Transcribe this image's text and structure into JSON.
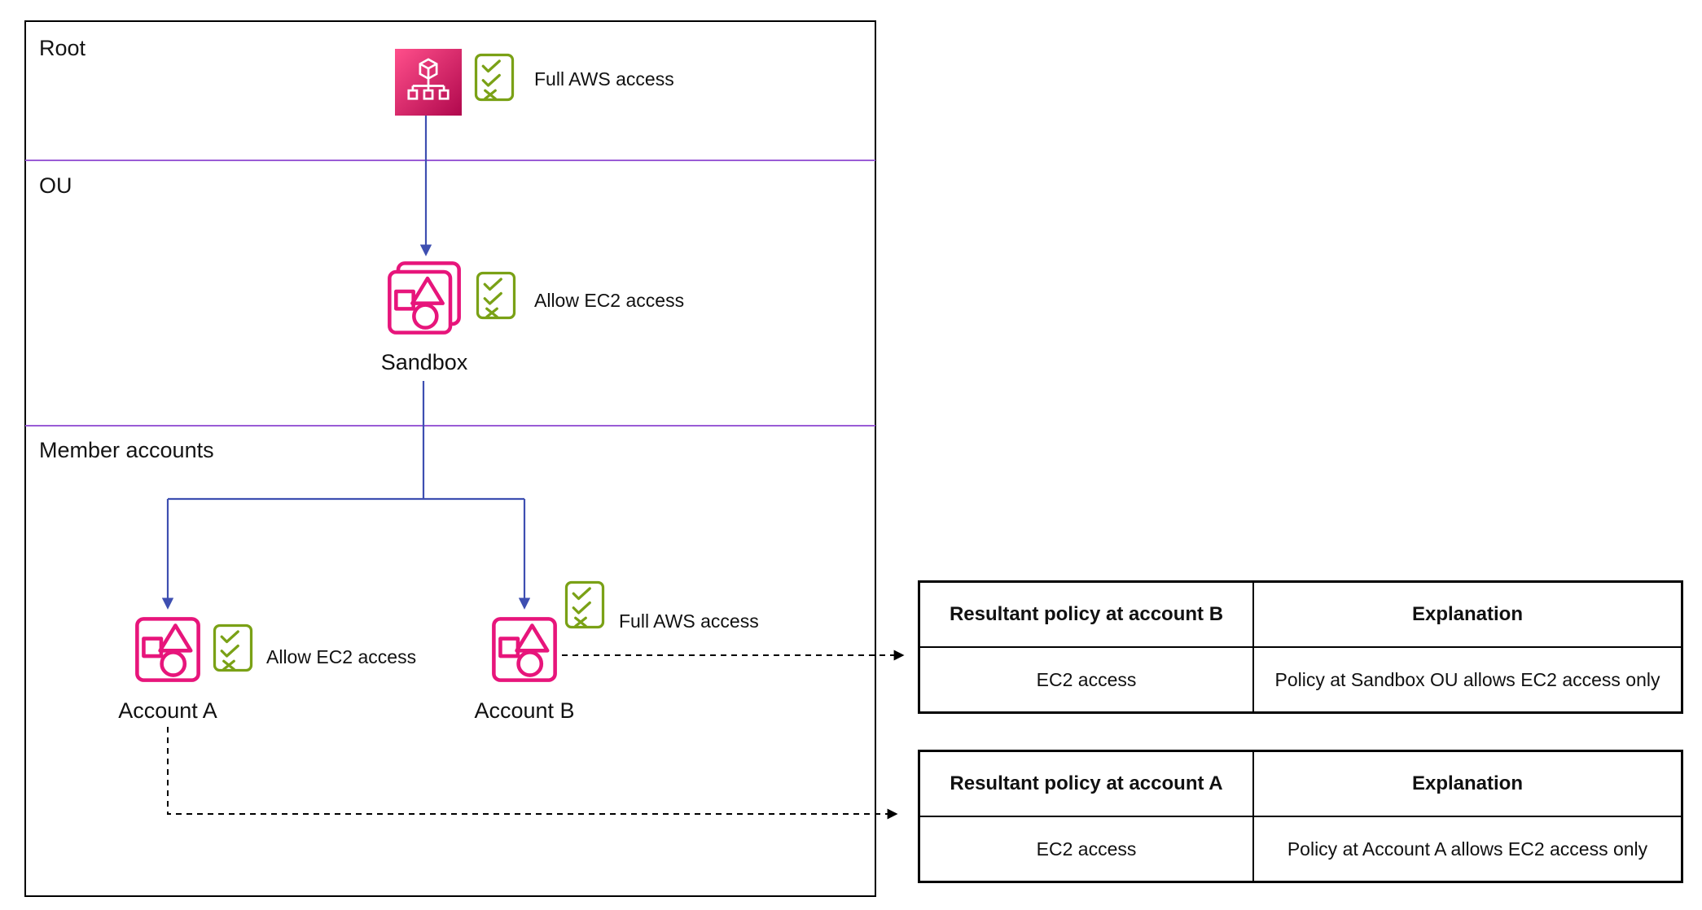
{
  "colors": {
    "pink": "#e7157b",
    "pink-dark": "#b0084d",
    "pink-light": "#ff4f8b",
    "green": "#7aa116",
    "purple": "#9a5cd6",
    "blue": "#3e4fb1"
  },
  "org": {
    "sections": {
      "root": {
        "label": "Root"
      },
      "ou": {
        "label": "OU"
      },
      "member": {
        "label": "Member accounts"
      }
    },
    "nodes": {
      "root": {
        "policy": "Full AWS access",
        "icon": "organizations-root-icon"
      },
      "sandbox": {
        "label": "Sandbox",
        "policy": "Allow EC2 access",
        "icon": "ou-icon"
      },
      "account_a": {
        "label": "Account A",
        "policy": "Allow EC2 access",
        "icon": "account-icon"
      },
      "account_b": {
        "label": "Account B",
        "policy": "Full AWS access",
        "icon": "account-icon"
      }
    },
    "policy_icon": "scp-checklist-icon"
  },
  "tables": {
    "account_b": {
      "headers": [
        "Resultant policy at account B",
        "Explanation"
      ],
      "rows": [
        [
          "EC2 access",
          "Policy at Sandbox OU allows EC2 access only"
        ]
      ]
    },
    "account_a": {
      "headers": [
        "Resultant policy at account A",
        "Explanation"
      ],
      "rows": [
        [
          "EC2 access",
          "Policy at Account A allows EC2 access only"
        ]
      ]
    }
  }
}
